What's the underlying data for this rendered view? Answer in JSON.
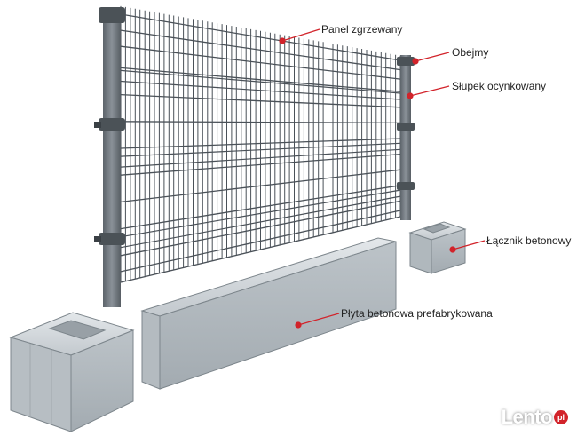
{
  "labels": {
    "panel": "Panel zgrzewany",
    "obejmy": "Obejmy",
    "slupek": "Słupek ocynkowany",
    "lacznik": "Łącznik betonowy",
    "plyta": "Płyta betonowa prefabrykowana"
  },
  "watermark": {
    "text": "Lento",
    "badge": "pl"
  },
  "colors": {
    "callout": "#d2232a",
    "post": "#6e757c",
    "mesh": "#4a5158",
    "concrete": "#c9cfd3",
    "concrete_dark": "#9ea6ac"
  }
}
